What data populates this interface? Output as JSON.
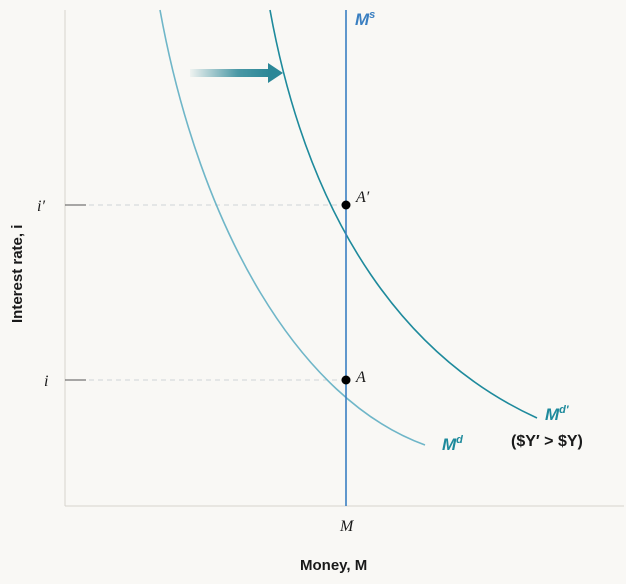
{
  "axes": {
    "x_title": "Money, M",
    "y_title": "Interest rate, i",
    "x_tick": "M",
    "y_ticks": [
      "i′",
      "i"
    ]
  },
  "points": [
    {
      "label": "A′"
    },
    {
      "label": "A"
    }
  ],
  "curves": {
    "supply": {
      "label": "Ms",
      "color": "#3a7fc1"
    },
    "demand_original": {
      "label": "Md",
      "color": "#6fb6c8"
    },
    "demand_shifted": {
      "label": "Md′",
      "color": "#1e8a9c"
    }
  },
  "condition_label": "($Y′ > $Y)",
  "shift_arrow": {
    "direction": "right",
    "color": "#2b8797"
  }
}
